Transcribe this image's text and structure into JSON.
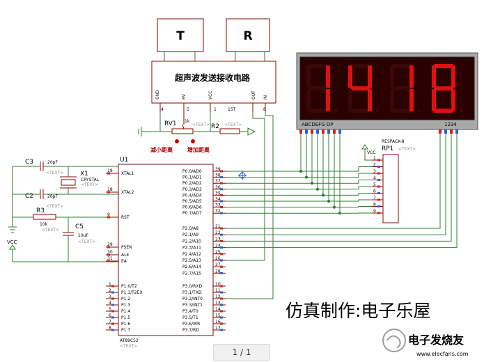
{
  "transducers": {
    "t_label": "T",
    "r_label": "R"
  },
  "ultrasonic_module": {
    "title": "超声波发送接收电路",
    "pins": [
      "GND",
      "RV",
      "VCC",
      "OUT",
      "IN"
    ],
    "numbers": [
      "4",
      "5",
      "1",
      "1ST",
      "8"
    ]
  },
  "display": {
    "digits": "1418",
    "segment_label": "ABCDEFG  DP",
    "digit_label": "1234",
    "color": "#e01010"
  },
  "rv1": {
    "name": "RV1",
    "value": "1k",
    "text": "<TEXT>"
  },
  "r2": {
    "name": "R2",
    "text": "<TEXT>"
  },
  "buttons": {
    "down_label": "减小距离",
    "up_label": "增加距离"
  },
  "c3": {
    "name": "C3",
    "value": "20pF",
    "text": "<TEXT>"
  },
  "c2": {
    "name": "C2",
    "value": "20pF",
    "text": "<TEXT>"
  },
  "x1": {
    "name": "X1",
    "value": "CRYSTAL",
    "text": "<TEXT>"
  },
  "r3": {
    "name": "R3",
    "value": "10k",
    "text": "<TEXT>"
  },
  "c5": {
    "name": "C5",
    "value": "10uF",
    "text": "<TEXT>"
  },
  "vcc_label": "VCC",
  "u1": {
    "name": "U1",
    "part": "AT89C52",
    "text": "<TEXT>",
    "left_pins": [
      {
        "label": "XTAL1",
        "num": "19"
      },
      {
        "label": "XTAL2",
        "num": "18"
      },
      {
        "label": "RST",
        "num": "9"
      },
      {
        "label": "PSEN",
        "num": "29"
      },
      {
        "label": "ALE",
        "num": "30"
      },
      {
        "label": "EA",
        "num": "31"
      }
    ],
    "p1_pins": [
      "P1.0/T2",
      "P1.1/T2EX",
      "P1.2",
      "P1.3",
      "P1.4",
      "P1.5",
      "P1.6",
      "P1.7"
    ],
    "p1_nums": [
      "1",
      "2",
      "3",
      "4",
      "5",
      "6",
      "7",
      "8"
    ],
    "p0_pins": [
      "P0.0/AD0",
      "P0.1/AD1",
      "P0.2/AD2",
      "P0.3/AD3",
      "P0.4/AD4",
      "P0.5/AD5",
      "P0.6/AD6",
      "P0.7/AD7"
    ],
    "p0_nums": [
      "39",
      "38",
      "37",
      "36",
      "35",
      "34",
      "33",
      "32"
    ],
    "p2_pins": [
      "P2.0/A8",
      "P2.1/A9",
      "P2.2/A10",
      "P2.3/A11",
      "P2.4/A12",
      "P2.5/A13",
      "P2.6/A14",
      "P2.7/A15"
    ],
    "p2_nums": [
      "21",
      "22",
      "23",
      "24",
      "25",
      "26",
      "27",
      "28"
    ],
    "p3_pins": [
      "P3.0/RXD",
      "P3.1/TXD",
      "P3.2/INT0",
      "P3.3/INT1",
      "P3.4/T0",
      "P3.5/T1",
      "P3.6/WR",
      "P3.7/RD"
    ],
    "p3_nums": [
      "10",
      "11",
      "12",
      "13",
      "14",
      "15",
      "16",
      "17"
    ]
  },
  "rp1": {
    "name": "RP1",
    "part": "RESPACK-8",
    "text": "<TEXT>",
    "vcc": "VCC",
    "pin_nums": [
      "1",
      "2",
      "3",
      "4",
      "5",
      "6",
      "7",
      "8",
      "9"
    ]
  },
  "watermark": {
    "big": "仿真制作:电子乐屋",
    "logo": "电子发烧友",
    "url": "www.elecfans.com"
  },
  "pager": {
    "label": "1 / 1"
  }
}
